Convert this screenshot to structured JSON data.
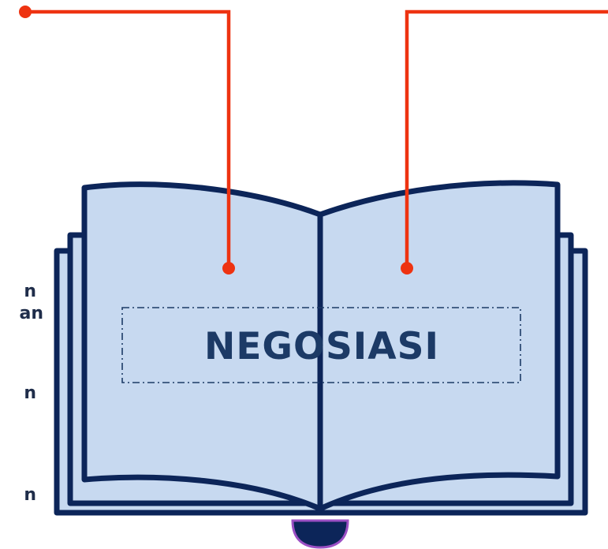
{
  "book": {
    "title": "NEGOSIASI"
  },
  "left_labels": [
    "n",
    "an",
    "n",
    "n"
  ],
  "colors": {
    "page_fill": "#c7d9f0",
    "book_outline": "#0c2559",
    "connector": "#ee3311",
    "title_text": "#1c3a66",
    "label_text": "#1f2d4a",
    "bookmark_fill": "#0c2559",
    "bookmark_edge": "#9b4fc4"
  }
}
